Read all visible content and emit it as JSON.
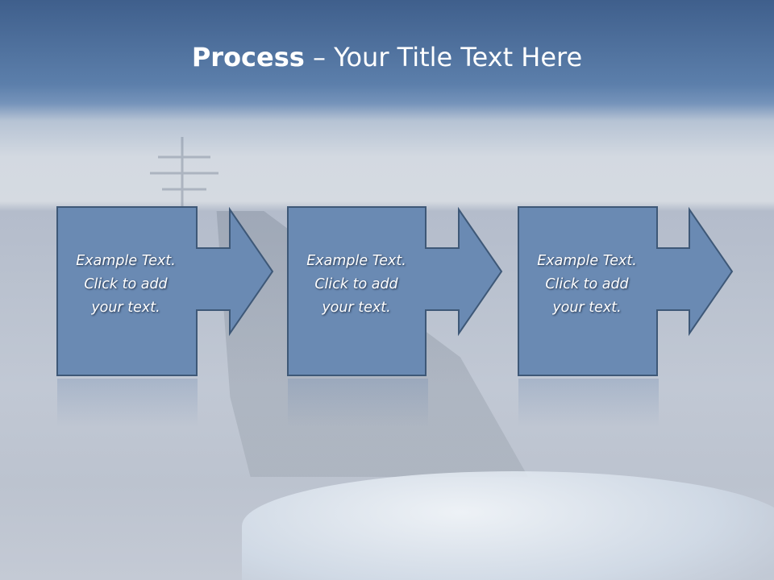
{
  "slide": {
    "title_bold": "Process",
    "title_rest": " – Your Title Text Here"
  },
  "steps": [
    {
      "line1": "Example Text.",
      "line2": "Click  to add",
      "line3": "your text."
    },
    {
      "line1": "Example Text.",
      "line2": "Click  to add",
      "line3": "your text."
    },
    {
      "line1": "Example Text.",
      "line2": "Click  to add",
      "line3": "your text."
    }
  ],
  "colors": {
    "shape_fill": "#6a8ab3",
    "shape_stroke": "#3e5877",
    "text": "#ffffff"
  }
}
